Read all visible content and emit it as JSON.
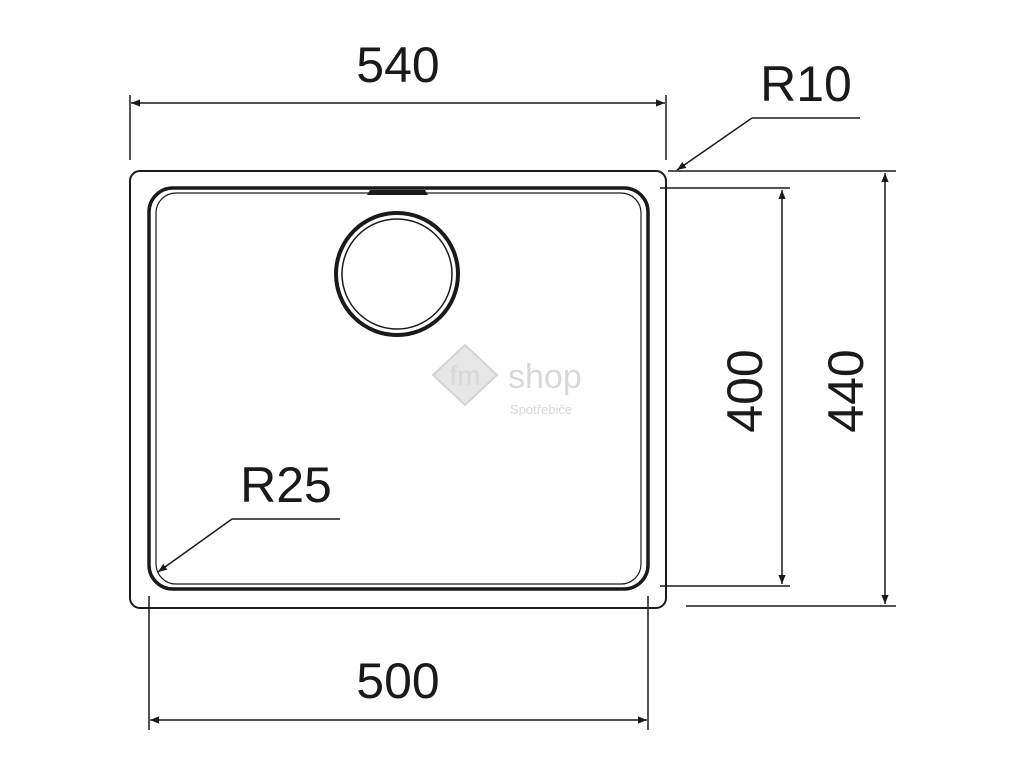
{
  "drawing": {
    "dimensions": {
      "outer_width": "540",
      "inner_width": "500",
      "outer_height": "440",
      "inner_height": "400",
      "corner_radius_outer": "R10",
      "corner_radius_inner": "R25"
    },
    "watermark": {
      "logo_letters": "fm",
      "brand": "shop",
      "tagline": "Spotřebiče"
    },
    "colors": {
      "line": "#1a1a1a",
      "watermark": "#d4d4d4"
    }
  }
}
